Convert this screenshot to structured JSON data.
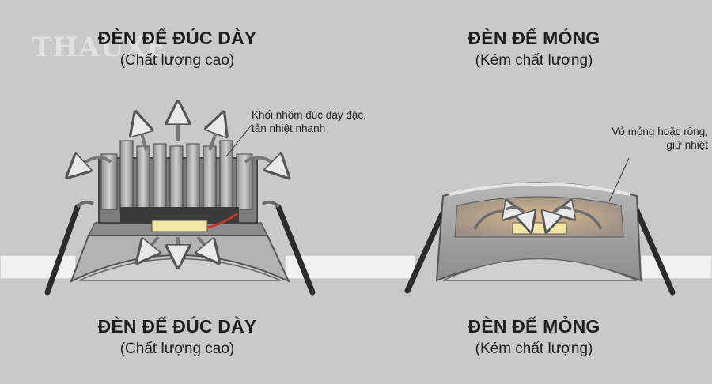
{
  "watermark": "THAUXE",
  "left": {
    "title": "ĐÈN ĐẾ ĐÚC DÀY",
    "subtitle": "(Chất lượng cao)",
    "note_line1": "Khối nhôm đúc dày đặc,",
    "note_line2": "tản nhiệt nhanh",
    "bottom_title": "ĐÈN ĐẾ ĐÚC DÀY",
    "bottom_subtitle": "(Chất lượng cao)"
  },
  "right": {
    "title": "ĐÈN ĐẾ MỎNG",
    "subtitle": "(Kém chất lượng)",
    "note_line1": "Vỏ mỏng hoặc rỗng,",
    "note_line2": "giữ nhiệt",
    "bottom_title": "ĐÈN ĐẾ MỎNG",
    "bottom_subtitle": "(Kém chất lượng)"
  },
  "colors": {
    "background": "#c9c9c9",
    "ceiling": "#f2f2f2",
    "metal": "#a9a9a9",
    "metal_dark": "#5a5a5a",
    "led": "#f3e6a6",
    "wire": "#c0392b"
  }
}
